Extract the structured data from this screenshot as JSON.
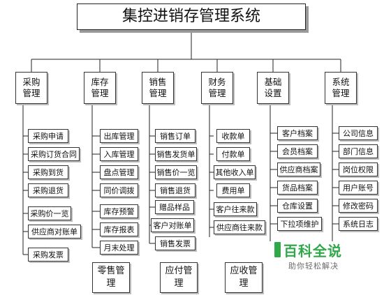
{
  "title": "集控进销存管理系统",
  "modules": [
    {
      "label": "采购管理",
      "items": [
        "采购申请",
        "采购订货合同",
        "采购到货",
        "采购退货",
        "采购价一览",
        "供应商对账单",
        "采购发票"
      ]
    },
    {
      "label": "库存管理",
      "items": [
        "出库管理",
        "入库管理",
        "盘点管理",
        "同价调拨",
        "库存预警",
        "库存报表",
        "月末处理"
      ]
    },
    {
      "label": "销售管理",
      "items": [
        "销售订单",
        "销售发货单",
        "销售价一览",
        "销售退货",
        "赠品样品",
        "客户对账单",
        "销售发票"
      ]
    },
    {
      "label": "财务管理",
      "items": [
        "收款单",
        "付款单",
        "其他收入单",
        "费用单",
        "客户往来款",
        "供应商往来款"
      ]
    },
    {
      "label": "基础设置",
      "items": [
        "客户档案",
        "会员档案",
        "供应商档案",
        "货品档案",
        "仓库设置",
        "下拉项维护"
      ]
    },
    {
      "label": "系统管理",
      "items": [
        "公司信息",
        "部门信息",
        "岗位权限",
        "用户账号",
        "修改密码",
        "系统日志"
      ]
    }
  ],
  "bottom_modules": [
    "零售管理",
    "应付管理",
    "应收管理"
  ],
  "watermark": {
    "logo": "百科全说",
    "subtitle": "助你轻松解决",
    "color": "#2fa84a"
  }
}
